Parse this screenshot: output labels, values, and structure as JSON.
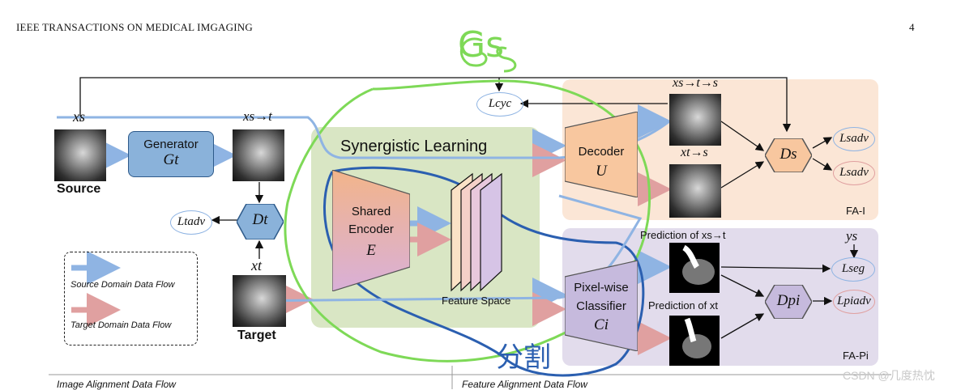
{
  "header": {
    "journal": "IEEE TRANSACTIONS ON MEDICAL IMGAGING",
    "page_number": "4"
  },
  "left_labels": {
    "source": "Source",
    "target": "Target",
    "xs": "xs",
    "xt": "xt",
    "xst": "xs→t"
  },
  "generator": {
    "title": "Generator",
    "symbol": "Gt"
  },
  "discriminator_t": {
    "symbol": "Dt"
  },
  "losses": {
    "l_adv_t": "Ltadv",
    "l_cyc": "Lcyc",
    "l_adv_s1": "Lsadv",
    "l_adv_s2": "Lsadv",
    "l_seg": "Lseg",
    "l_adv_pi": "Lpiadv"
  },
  "synergistic": {
    "title": "Synergistic Learning",
    "feature_space": "Feature Space"
  },
  "encoder": {
    "line1": "Shared",
    "line2": "Encoder",
    "symbol": "E"
  },
  "decoder": {
    "title": "Decoder",
    "symbol": "U"
  },
  "classifier": {
    "line1": "Pixel-wise",
    "line2": "Classifier",
    "symbol": "Ci"
  },
  "fa1": {
    "tag": "FA-I",
    "x_sts": "xs→t→s",
    "x_ts": "xt→s",
    "ds": "Ds"
  },
  "fap": {
    "tag": "FA-Pi",
    "pred_xst": "Prediction of xs→t",
    "pred_xt": "Prediction of xt",
    "ys": "ys",
    "dpi": "Dpi"
  },
  "legend": {
    "source_flow": "Source Domain Data Flow",
    "target_flow": "Target Domain Data Flow"
  },
  "footer": {
    "left": "Image Alignment Data Flow",
    "right": "Feature Alignment Data Flow"
  },
  "annotations": {
    "gs": "Gs",
    "cn": "分割"
  },
  "watermark": "CSDN @几度热忱",
  "colors": {
    "source_flow": "#8fb4e3",
    "target_flow": "#e0a0a0",
    "green_annotation": "#7ed957",
    "blue_annotation": "#2b5fb0"
  }
}
